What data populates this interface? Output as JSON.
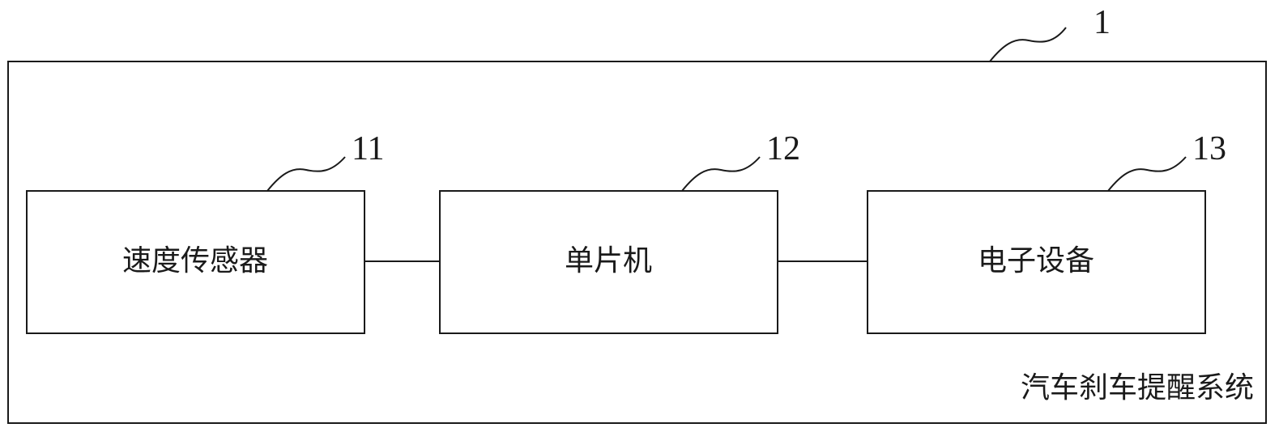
{
  "diagram": {
    "system": {
      "ref": "1",
      "label": "汽车刹车提醒系统"
    },
    "components": [
      {
        "id": "speed-sensor",
        "ref": "11",
        "label": "速度传感器"
      },
      {
        "id": "mcu",
        "ref": "12",
        "label": "单片机"
      },
      {
        "id": "electronic-device",
        "ref": "13",
        "label": "电子设备"
      }
    ],
    "connections": [
      {
        "from": "speed-sensor",
        "to": "mcu"
      },
      {
        "from": "mcu",
        "to": "electronic-device"
      }
    ]
  }
}
